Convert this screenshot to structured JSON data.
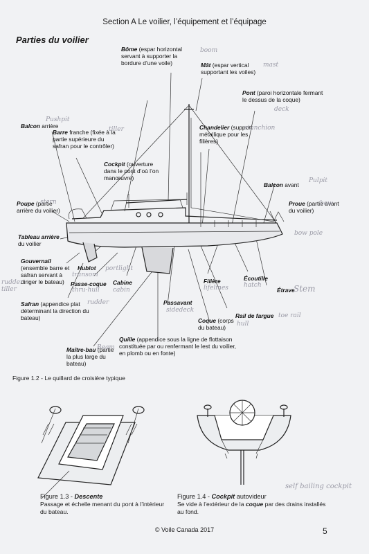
{
  "header": "Section A   Le voilier, l’équipement et l’équipage",
  "section_title": "Parties du voilier",
  "labels": {
    "bome": {
      "term": "Bôme",
      "desc": "(espar horizontal servant à supporter la bordure d’une voile)"
    },
    "mat": {
      "term": "Mât",
      "desc": "(espar vertical supportant les voiles)"
    },
    "pont": {
      "term": "Pont",
      "desc": "(paroi horizontale fermant le dessus de la coque)"
    },
    "balcon_arr": {
      "term": "Balcon",
      "desc": "arrière"
    },
    "barre": {
      "term": "Barre",
      "desc": "franche (fixée à la partie supérieure du safran pour le contrôler)"
    },
    "cockpit": {
      "term": "Cockpit",
      "desc": "(ouverture dans le pont d’où l’on manœuvre)"
    },
    "chandelier": {
      "term": "Chandelier",
      "desc": "(support métallique pour les filières)"
    },
    "balcon_av": {
      "term": "Balcon",
      "desc": "avant"
    },
    "poupe": {
      "term": "Poupe",
      "desc": "(partie arrière du voilier)"
    },
    "proue": {
      "term": "Proue",
      "desc": "(partie avant du voilier)"
    },
    "tableau": {
      "term": "Tableau arrière",
      "desc": "du voilier"
    },
    "gouvernail": {
      "term": "Gouvernail",
      "desc": "(ensemble barre et safran servant à diriger le bateau)"
    },
    "hublot": {
      "term": "Hublot",
      "desc": ""
    },
    "passe_coque": {
      "term": "Passe-coque",
      "desc": ""
    },
    "cabine": {
      "term": "Cabine",
      "desc": ""
    },
    "filiere": {
      "term": "Filière",
      "desc": ""
    },
    "ecoutille": {
      "term": "Écoutille",
      "desc": ""
    },
    "etrave": {
      "term": "Étrave",
      "desc": ""
    },
    "safran": {
      "term": "Safran",
      "desc": "(appendice plat déterminant la direction du bateau)"
    },
    "passavant": {
      "term": "Passavant",
      "desc": ""
    },
    "rail": {
      "term": "Rail de fargue",
      "desc": ""
    },
    "coque": {
      "term": "Coque",
      "desc": "(corps du bateau)"
    },
    "maitre_bau": {
      "term": "Maître-bau",
      "desc": "(partie la plus large du bateau)"
    },
    "quille": {
      "term": "Quille",
      "desc": "(appendice sous la ligne de flottaison constituée par ou renfermant le lest du voilier, en plomb ou en fonte)"
    }
  },
  "handwritten": {
    "boom": "boom",
    "mast": "mast",
    "pushpit": "Pushpit",
    "tiller": "tiller",
    "deck": "deck",
    "stanchion": "stanchion",
    "pulpit": "Pulpit",
    "stern": "stern",
    "bow": "bow",
    "transom": "transom",
    "bow_pole": "bow pole",
    "rudder_tiller": "rudder tiller",
    "portlight": "portlight",
    "through_hull": "thru-hull",
    "cabin": "cabin",
    "lifelines": "lifelines",
    "hatch": "hatch",
    "stem": "Stem",
    "rudder": "rudder",
    "sidedeck": "sidedeck",
    "toe_rail": "toe rail",
    "hull": "hull",
    "beam": "Beam",
    "self_bailing": "self bailing cockpit"
  },
  "figure_1_2": "Figure 1.2 - Le quillard de croisière typique",
  "figure_1_3": {
    "num": "Figure 1.3 - ",
    "title": "Descente",
    "desc": "Passage et échelle menant du pont à l’intérieur du bateau."
  },
  "figure_1_4": {
    "num": "Figure 1.4 - ",
    "title": "Cockpit",
    "title_rest": " autovideur",
    "desc_a": "Se vide à l’extérieur de la ",
    "desc_b": "coque",
    "desc_c": " par des drains installés au fond."
  },
  "footer": "© Voile Canada 2017",
  "page_number": "5"
}
